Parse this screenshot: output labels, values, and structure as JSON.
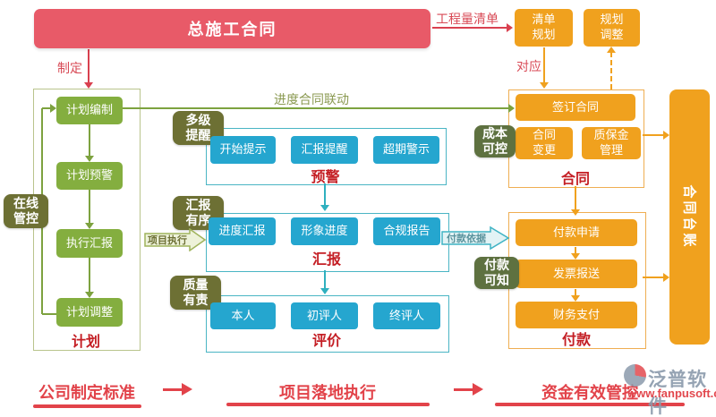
{
  "colors": {
    "banner_red": "#e85a68",
    "arrow_red": "#d9404f",
    "accent_red": "#d84a56",
    "label_red": "#c41e24",
    "bottom_red": "#e2434a",
    "orange": "#f0a11e",
    "green_box": "#84ae3f",
    "arrow_green": "#7da23f",
    "olive_tag": "#6d7034",
    "dark_green_tag": "#5e7140",
    "blue_box": "#25a6cf",
    "teal": "#2fb0bf",
    "frame_olive": "#b9c48c",
    "frame_teal": "#4ab5c4",
    "frame_orange": "#efae52",
    "exec_fill": "#edf2d9",
    "exec_stroke": "#9fb35c",
    "basis_fill": "#e2f3f5",
    "basis_stroke": "#3fb3c4",
    "basis_text": "#58929c",
    "linkage_text": "#8b9a52",
    "watermark_gray": "#8a9aab",
    "watermark_red": "#e2484e"
  },
  "banner": {
    "title": "总施工合同"
  },
  "annotations": {
    "make": "制定",
    "boq": "工程量清单",
    "map": "对应",
    "linkage": "进度合同联动"
  },
  "planning": {
    "list": "清单规划",
    "adjust": "规划调整"
  },
  "plan": {
    "tag": "在线管控",
    "steps": [
      "计划编制",
      "计划预警",
      "执行汇报",
      "计划调整"
    ],
    "label": "计划"
  },
  "mid": {
    "tag_remind": "多级提醒",
    "tag_report": "汇报有序",
    "tag_quality": "质量有责",
    "flow_exec": "项目执行",
    "flow_paybasis": "付款依据",
    "warning": {
      "items": [
        "开始提示",
        "汇报提醒",
        "超期警示"
      ],
      "label": "预警"
    },
    "report": {
      "items": [
        "进度汇报",
        "形象进度",
        "合规报告"
      ],
      "label": "汇报"
    },
    "evaluate": {
      "items": [
        "本人",
        "初评人",
        "终评人"
      ],
      "label": "评价"
    }
  },
  "contract": {
    "tag_cost": "成本可控",
    "sign": "签订合同",
    "change": "合同变更",
    "warranty": "质保金管理",
    "label": "合同"
  },
  "payment": {
    "tag_pay": "付款可知",
    "items": [
      "付款申请",
      "发票报送",
      "财务支付"
    ],
    "label": "付款"
  },
  "ledger": {
    "title": "合同台账"
  },
  "bottom": {
    "steps": [
      "公司制定标准",
      "项目落地执行",
      "资金有效管控"
    ]
  },
  "watermark": {
    "brand": "泛普软件",
    "url": "www.fanpusoft.com"
  }
}
